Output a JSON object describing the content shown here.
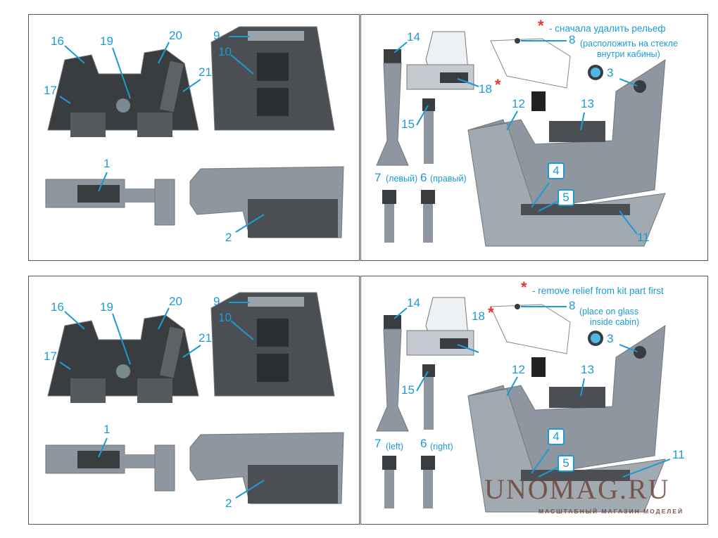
{
  "panels": [
    {
      "language": "ru",
      "left_callouts": [
        "16",
        "19",
        "20",
        "9",
        "10",
        "17",
        "21",
        "1",
        "2"
      ],
      "right_callouts": [
        "14",
        "18",
        "8",
        "3",
        "12",
        "13",
        "15",
        "4",
        "5",
        "7",
        "6",
        "11"
      ],
      "note_star": "*",
      "note_text": "- сначала удалить рельеф",
      "part8_note_line1": "(расположить на стекле",
      "part8_note_line2": "внутри кабины)",
      "part7_note": "(левый)",
      "part6_note": "(правый)"
    },
    {
      "language": "en",
      "left_callouts": [
        "16",
        "19",
        "20",
        "9",
        "10",
        "17",
        "21",
        "1",
        "2"
      ],
      "right_callouts": [
        "14",
        "18",
        "8",
        "3",
        "12",
        "13",
        "15",
        "4",
        "5",
        "7",
        "6",
        "11"
      ],
      "note_star": "*",
      "note_text": "- remove relief from kit part first",
      "part8_note_line1": "(place on glass",
      "part8_note_line2": "inside cabin)",
      "part7_note": "(left)",
      "part6_note": "(right)"
    }
  ],
  "watermark": {
    "brand": "UNOMAG.RU",
    "tagline": "МАСШТАБНЫЙ МАГАЗИН МОДЕЛЕЙ"
  },
  "colors": {
    "callout": "#1b9bd4",
    "star": "#e23a2e",
    "resin": "#8e979f",
    "panel_dark": "#3a3d40"
  }
}
